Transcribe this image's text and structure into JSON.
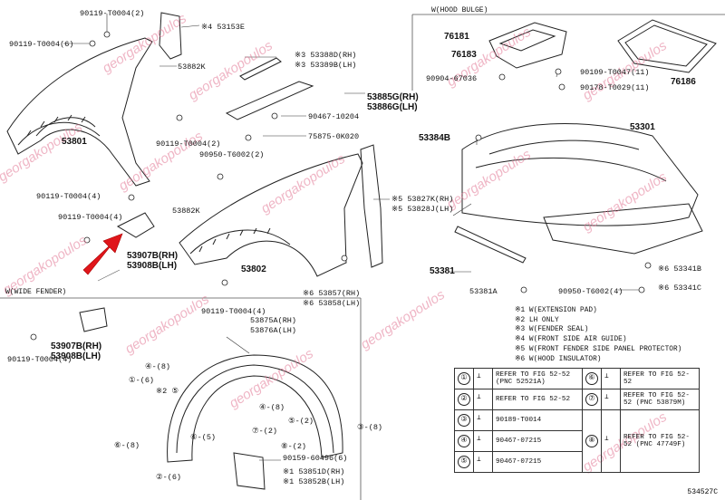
{
  "labels": [
    {
      "id": "l1",
      "text": "90119-T0004(2)"
    },
    {
      "id": "l2",
      "text": "90119-T0004(6)"
    },
    {
      "id": "l3",
      "text": "※4 53153E"
    },
    {
      "id": "l4",
      "text": "53882K"
    },
    {
      "id": "l5",
      "text": "53801"
    },
    {
      "id": "l6",
      "text": "90119-T0004(2)"
    },
    {
      "id": "l7",
      "text": "90119-T0004(4)"
    },
    {
      "id": "l8",
      "text": "53882K"
    },
    {
      "id": "l9",
      "text": "90119-T0004(4)"
    },
    {
      "id": "l10",
      "text": "53907B(RH)"
    },
    {
      "id": "l11",
      "text": "53908B(LH)"
    },
    {
      "id": "l12",
      "text": "※3 53388D(RH)"
    },
    {
      "id": "l13",
      "text": "※3 53389B(LH)"
    },
    {
      "id": "l14",
      "text": "53885G(RH)"
    },
    {
      "id": "l15",
      "text": "53886G(LH)"
    },
    {
      "id": "l16",
      "text": "90467-10204"
    },
    {
      "id": "l17",
      "text": "75875-0K020"
    },
    {
      "id": "l18",
      "text": "90950-T6002(2)"
    },
    {
      "id": "l19",
      "text": "※5 53827K(RH)"
    },
    {
      "id": "l20",
      "text": "※5 53828J(LH)"
    },
    {
      "id": "l21",
      "text": "53802"
    },
    {
      "id": "l22",
      "text": "※6 53857(RH)"
    },
    {
      "id": "l23",
      "text": "※6 53858(LH)"
    },
    {
      "id": "l24",
      "text": "90119-T0004(4)"
    },
    {
      "id": "l25",
      "text": "76181"
    },
    {
      "id": "l26",
      "text": "76183"
    },
    {
      "id": "l27",
      "text": "90904-67036"
    },
    {
      "id": "l28",
      "text": "90109-T0047(11)"
    },
    {
      "id": "l29",
      "text": "90178-T0029(11)"
    },
    {
      "id": "l30",
      "text": "76186"
    },
    {
      "id": "l31",
      "text": "53384B"
    },
    {
      "id": "l32",
      "text": "53301"
    },
    {
      "id": "l33",
      "text": "53381"
    },
    {
      "id": "l34",
      "text": "53381A"
    },
    {
      "id": "l35",
      "text": "90950-T6002(4)"
    },
    {
      "id": "l36",
      "text": "※6 53341B"
    },
    {
      "id": "l37",
      "text": "※6 53341C"
    },
    {
      "id": "l38",
      "text": "53907B(RH)"
    },
    {
      "id": "l39",
      "text": "53908B(LH)"
    },
    {
      "id": "l40",
      "text": "90119-T0004(4)"
    },
    {
      "id": "l41",
      "text": "53875A(RH)"
    },
    {
      "id": "l42",
      "text": "53876A(LH)"
    },
    {
      "id": "l43",
      "text": "90159-60496(6)"
    },
    {
      "id": "l44",
      "text": "※1 53851D(RH)"
    },
    {
      "id": "l45",
      "text": "※1 53852B(LH)"
    },
    {
      "id": "l46",
      "text": "534527C"
    }
  ],
  "callouts": [
    {
      "id": "c1",
      "text": "④-(8)"
    },
    {
      "id": "c2",
      "text": "①-(6)"
    },
    {
      "id": "c3",
      "text": "※2 ⑤"
    },
    {
      "id": "c4",
      "text": "④-(8)"
    },
    {
      "id": "c5",
      "text": "⑤-(2)"
    },
    {
      "id": "c6",
      "text": "⑦-(2)"
    },
    {
      "id": "c7",
      "text": "③-(8)"
    },
    {
      "id": "c8",
      "text": "⑥-(8)"
    },
    {
      "id": "c9",
      "text": "②-(6)"
    },
    {
      "id": "c10",
      "text": "⑥-(5)"
    },
    {
      "id": "c11",
      "text": "⑧-(2)"
    },
    {
      "id": "c12",
      "text": "※1"
    }
  ],
  "sections": {
    "hood_bulge": "W(HOOD BULGE)",
    "wide_fender": "W(WIDE FENDER)"
  },
  "notes": [
    "※1 W(EXTENSION PAD)",
    "※2 LH ONLY",
    "※3 W(FENDER SEAL)",
    "※4 W(FRONT SIDE AIR GUIDE)",
    "※5 W(FRONT FENDER SIDE PANEL PROTECTOR)",
    "※6 W(HOOD INSULATOR)"
  ],
  "legend": [
    {
      "num": "①",
      "text": "REFER TO FIG 52-52 (PNC 52521A)",
      "icon": "clip-icon"
    },
    {
      "num": "②",
      "text": "REFER TO FIG 52-52",
      "icon": "clip-icon"
    },
    {
      "num": "③",
      "text": "90189-T0014",
      "icon": "clip-icon"
    },
    {
      "num": "④",
      "text": "90467-07215",
      "icon": "clip-icon"
    },
    {
      "num": "⑤",
      "text": "90467-07215",
      "icon": "clip-icon"
    },
    {
      "num": "⑥",
      "text": "REFER TO FIG 52-52",
      "icon": "clip-icon"
    },
    {
      "num": "⑦",
      "text": "REFER TO FIG 52-52 (PNC 53879M)",
      "icon": "clip-icon"
    },
    {
      "num": "⑧",
      "text": "REFER TO FIG 52-52 (PNC 47749F)",
      "icon": "clip-icon"
    }
  ],
  "watermark": "georgakopoulos",
  "colors": {
    "watermark": "#e1789a",
    "arrow": "#e0161b"
  }
}
